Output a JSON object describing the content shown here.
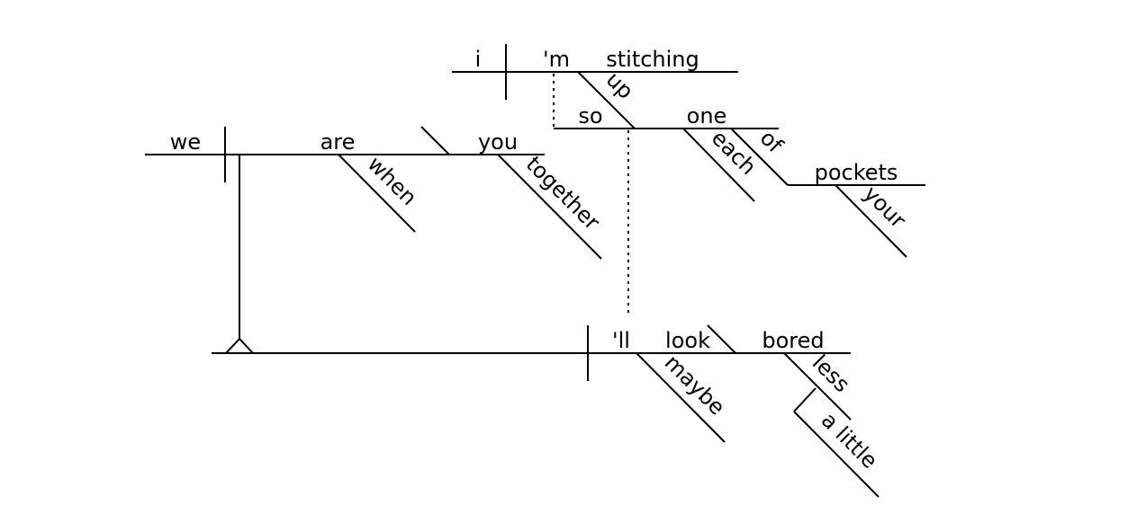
{
  "diagram": {
    "words": {
      "i": "i",
      "m": "'m",
      "stitching": "stitching",
      "up": "up",
      "so": "so",
      "one": "one",
      "each": "each",
      "of": "of",
      "pockets": "pockets",
      "your": "your",
      "we": "we",
      "are": "are",
      "you": "you",
      "when": "when",
      "together": "together",
      "ll": "'ll",
      "look": "look",
      "bored": "bored",
      "maybe": "maybe",
      "less": "less",
      "a_little": "a little"
    }
  }
}
